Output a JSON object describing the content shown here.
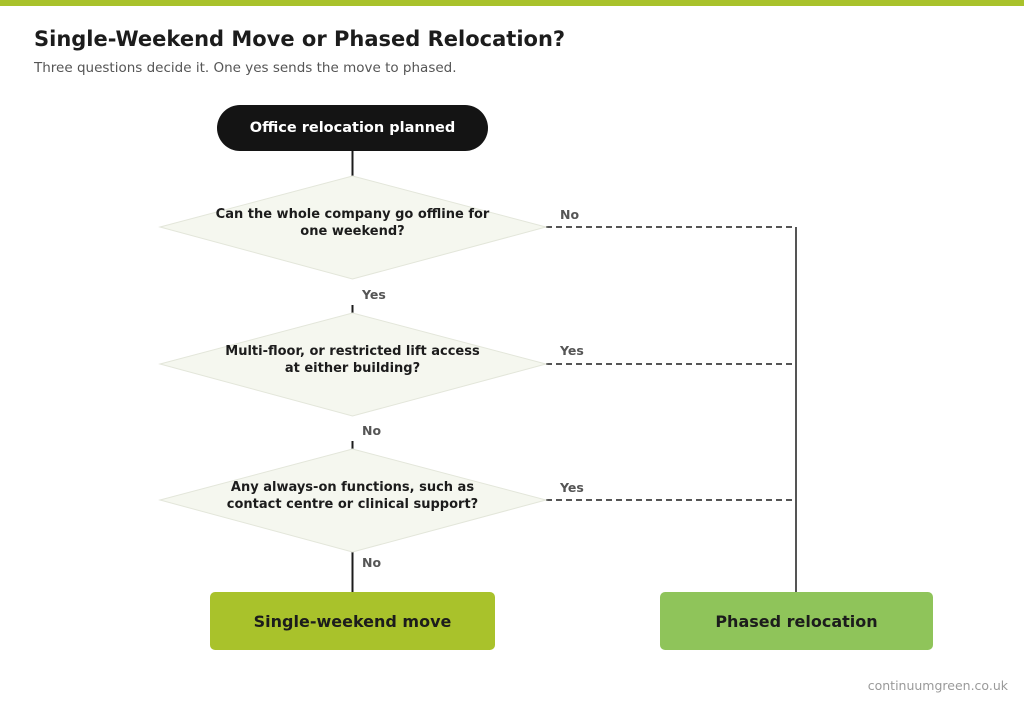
{
  "header": {
    "title": "Single-Weekend Move or Phased Relocation?",
    "subtitle": "Three questions decide it. One yes sends the move to phased."
  },
  "flow": {
    "start": "Office relocation planned",
    "questions": [
      {
        "line1": "Can the whole company go offline for",
        "line2": "one weekend?",
        "down_label": "Yes",
        "right_label": "No"
      },
      {
        "line1": "Multi-floor, or restricted lift access",
        "line2": "at either building?",
        "down_label": "No",
        "right_label": "Yes"
      },
      {
        "line1": "Any always-on functions, such as",
        "line2": "contact centre or clinical support?",
        "down_label": "No",
        "right_label": "Yes"
      }
    ],
    "outcomes": {
      "single": "Single-weekend move",
      "phased": "Phased relocation"
    }
  },
  "colors": {
    "accent_bar": "#a9c22b",
    "single_box": "#a9c22b",
    "phased_box": "#8fc45a",
    "start_pill": "#141414",
    "diamond_fill": "#f5f7ef"
  },
  "footer": {
    "site": "continuumgreen.co.uk"
  }
}
